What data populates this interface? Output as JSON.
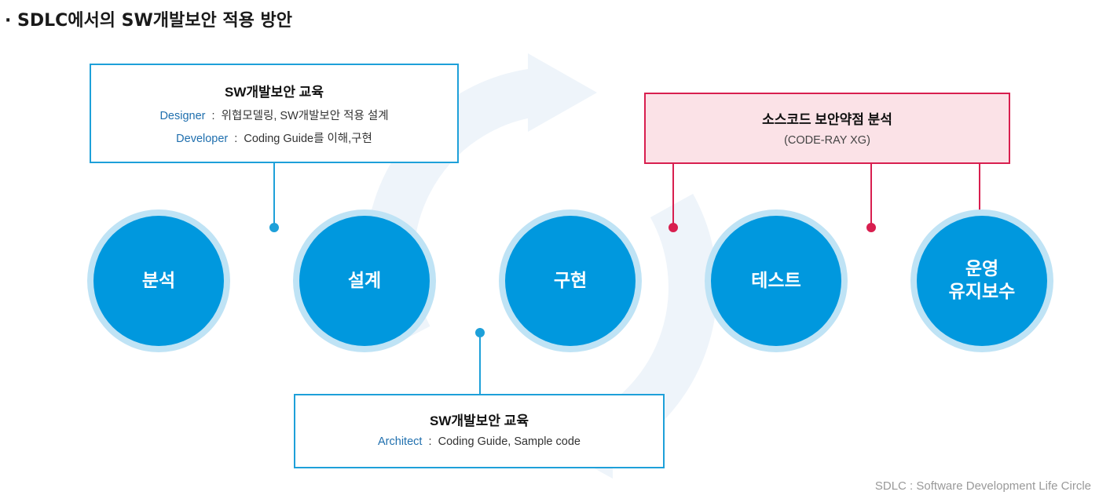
{
  "title": "· SDLC에서의 SW개발보안 적용 방안",
  "stages": [
    "분석",
    "설계",
    "구현",
    "테스트",
    "운영",
    "유지보수"
  ],
  "box_top": {
    "title": "SW개발보안 교육",
    "lines": [
      {
        "role": "Designer",
        "sep": "  :  ",
        "desc": "위협모델링, SW개발보안 적용 설계"
      },
      {
        "role": "Developer",
        "sep": "  :  ",
        "desc": "Coding Guide를 이해,구현"
      }
    ]
  },
  "box_bottom": {
    "title": "SW개발보안 교육",
    "lines": [
      {
        "role": "Architect",
        "sep": "  :  ",
        "desc": "Coding Guide, Sample code"
      }
    ]
  },
  "box_red": {
    "title": "소스코드 보안약점 분석",
    "subtitle": "(CODE-RAY XG)"
  },
  "footnote": "SDLC : Software Development Life Circle",
  "colors": {
    "circle": "#0098de",
    "circle_ring": "#bfe3f5",
    "blue_line": "#1ea0d9",
    "red_line": "#d81f4f",
    "red_box_fill": "#fbe2e7",
    "background_arrows": "#eef4fa"
  }
}
